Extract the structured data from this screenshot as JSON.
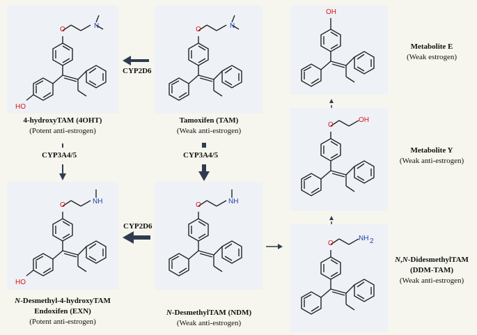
{
  "colors": {
    "background": "#f6f6ee",
    "panel": "#eef2f6",
    "oxygen": "#d11111",
    "nitrogen": "#2140a8",
    "arrow": "#2f3b4f"
  },
  "compounds": {
    "ohtam": {
      "name": "4-hydroxyTAM (4OHT)",
      "activity": "(Potent anti-estrogen)"
    },
    "tam": {
      "name": "Tamoxifen (TAM)",
      "activity": "(Weak anti-estrogen)"
    },
    "exn": {
      "name_prefix": "N",
      "name_rest": "-Desmethyl-4-hydroxyTAM",
      "name2": "Endoxifen (EXN)",
      "activity": "(Potent anti-estrogen)"
    },
    "ndm": {
      "name_prefix": "N",
      "name_rest": "-DesmethylTAM (NDM)",
      "activity": "(Weak anti-estrogen)"
    },
    "metE": {
      "name": "Metabolite E",
      "activity": "(Weak estrogen)"
    },
    "metY": {
      "name": "Metabolite Y",
      "activity": "(Weak anti-estrogen)"
    },
    "ddm": {
      "name_prefix1": "N",
      "name_mid": ",",
      "name_prefix2": "N",
      "name_rest": "-DidesmethylTAM",
      "name2": "(DDM-TAM)",
      "activity": "(Weak anti-estrogen)"
    }
  },
  "enzymes": {
    "tam_to_ohtam": "CYP2D6",
    "ohtam_to_exn": "CYP3A4/5",
    "tam_to_ndm": "CYP3A4/5",
    "ndm_to_exn": "CYP2D6"
  },
  "atoms": {
    "oxygen": "O",
    "hydroxyl": "HO",
    "hydroxyl_right": "OH",
    "amine": "NH",
    "amine2": "NH"
  }
}
